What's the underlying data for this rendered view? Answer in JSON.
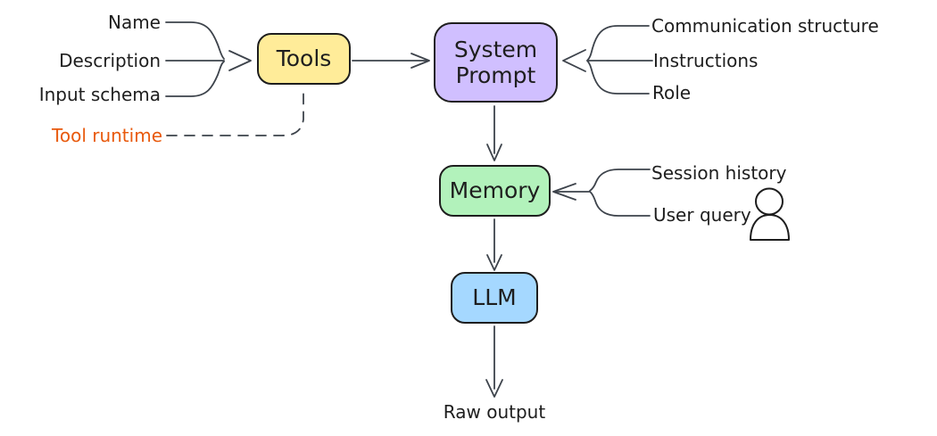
{
  "diagram": {
    "title_hint": "Agent components flow diagram",
    "nodes": {
      "tools": {
        "label": "Tools"
      },
      "system_prompt": {
        "label": "System\nPrompt"
      },
      "memory": {
        "label": "Memory"
      },
      "llm": {
        "label": "LLM"
      }
    },
    "labels": {
      "name": "Name",
      "description": "Description",
      "input_schema": "Input schema",
      "tool_runtime": "Tool runtime",
      "communication_structure": "Communication structure",
      "instructions": "Instructions",
      "role": "Role",
      "session_history": "Session history",
      "user_query": "User query",
      "raw_output": "Raw output"
    },
    "icons": {
      "user_icon": "person outline next to User query"
    },
    "colors": {
      "tools_fill": "#ffec99",
      "system_prompt_fill": "#d0bfff",
      "memory_fill": "#b2f2bb",
      "llm_fill": "#a5d8ff",
      "node_stroke": "#1e1e1e",
      "connector_stroke": "#3d434b",
      "text": "#1e1e1e",
      "tool_runtime_text": "#e8590c",
      "background": "#ffffff"
    }
  }
}
